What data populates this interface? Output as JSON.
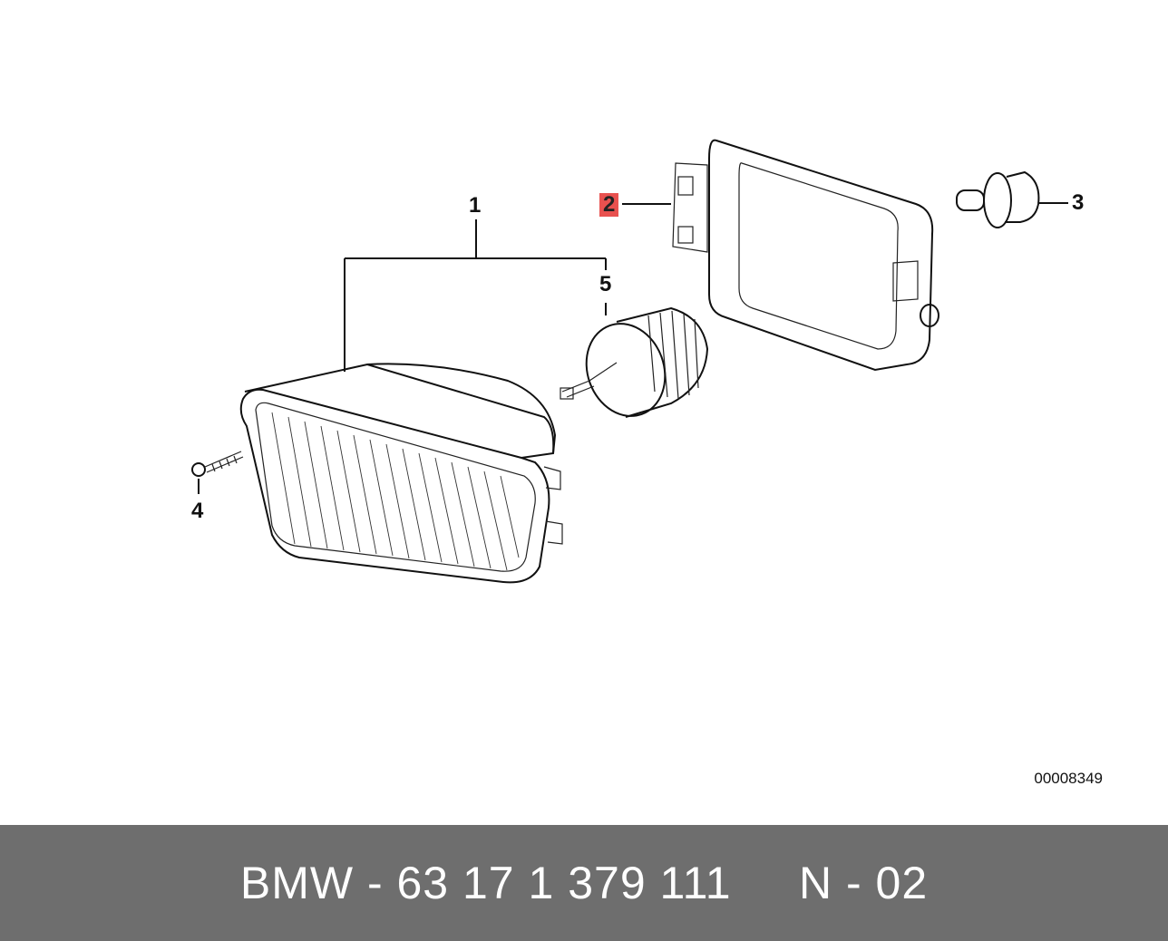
{
  "callouts": {
    "c1": "1",
    "c2": "2",
    "c3": "3",
    "c4": "4",
    "c5": "5"
  },
  "highlight_color": "#e8514f",
  "reference_number": "00008349",
  "footer": {
    "text": "BMW - 63 17 1 379 111     N - 02",
    "background": "#6e6e6e"
  }
}
